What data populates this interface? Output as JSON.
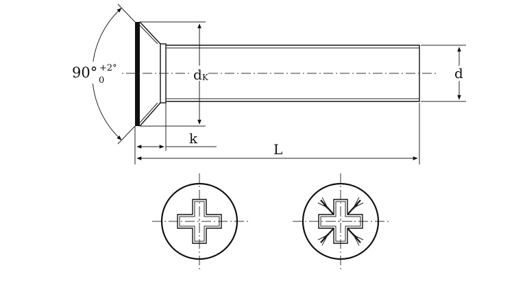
{
  "labels": {
    "angle_main": "90°",
    "angle_upper": "+2°",
    "angle_lower": "0",
    "head_diameter": "d",
    "head_diameter_sub": "K",
    "shank_diameter": "d",
    "head_height": "k",
    "length": "L"
  },
  "views": {
    "left": "cross-recess-phillips",
    "right": "cross-recess-pozidriv"
  }
}
